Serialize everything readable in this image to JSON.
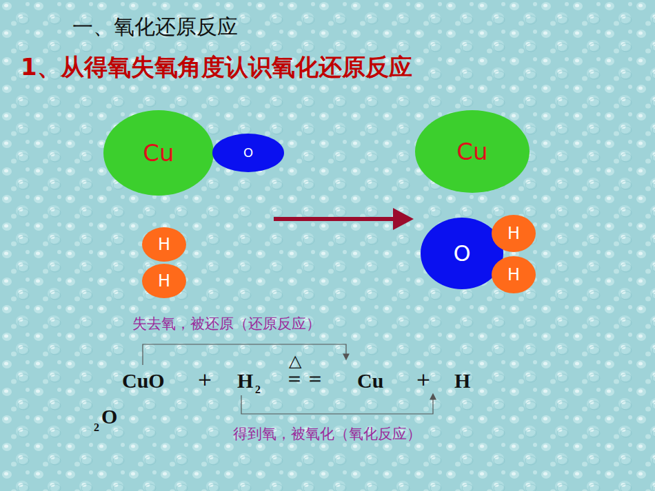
{
  "diagram": {
    "title": "一、氧化还原反应",
    "nodes": [
      {
        "text": [
          "Cu"
        ]
      },
      {
        "text": [
          "O"
        ]
      },
      {
        "text": [
          "H"
        ]
      },
      {
        "text": [
          "H"
        ]
      },
      {
        "text": [
          "Cu"
        ]
      },
      {
        "text": [
          "O"
        ]
      },
      {
        "text": [
          "H"
        ]
      },
      {
        "text": [
          "H"
        ]
      }
    ],
    "labels": [
      "1、从得氧失氧角度认识氧化还原反应",
      "失去氧，被还原（还原反应）",
      "CuO",
      "＋",
      "H",
      "2",
      "△",
      "＝＝",
      "Cu",
      "＋",
      "H",
      "2",
      "O",
      "得到氧，被氧化（氧化反应）"
    ]
  }
}
